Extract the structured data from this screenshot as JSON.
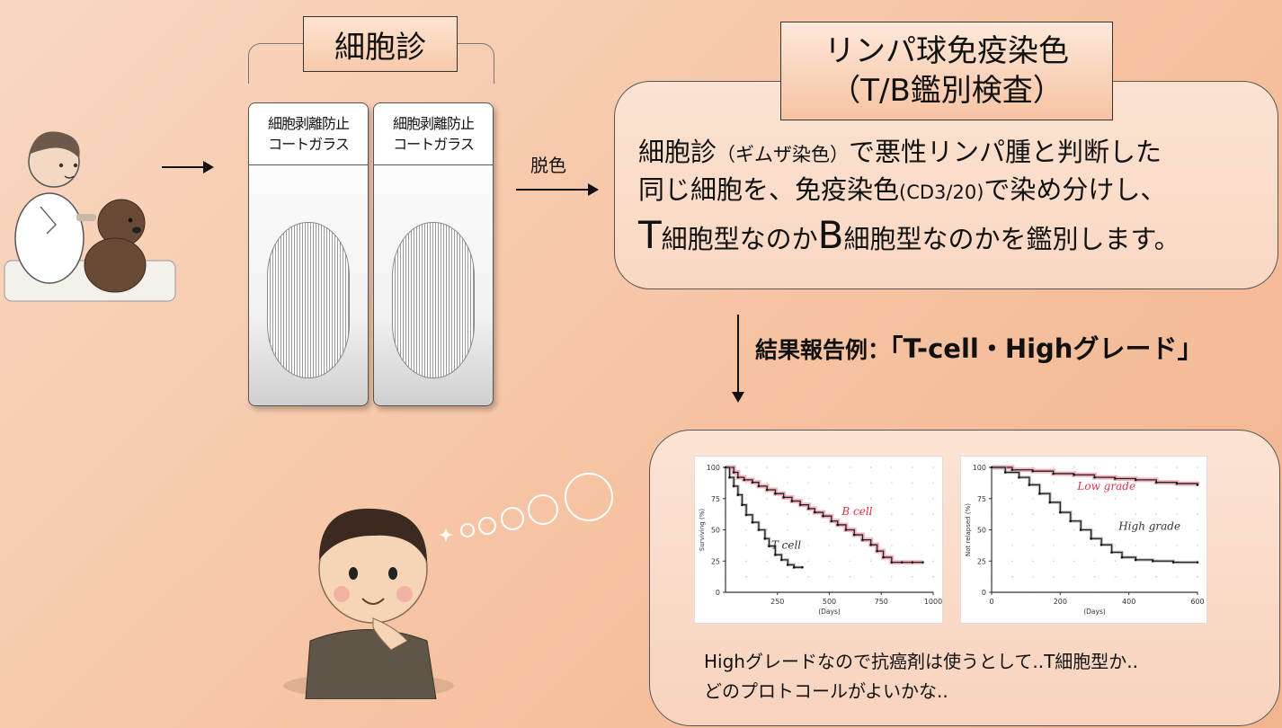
{
  "cytology": {
    "title": "細胞診",
    "slides": [
      {
        "line1": "細胞剥離防止",
        "line2": "コートガラス"
      },
      {
        "line1": "細胞剥離防止",
        "line2": "コートガラス"
      }
    ]
  },
  "destain_label": "脱色",
  "immuno": {
    "title_line1": "リンパ球免疫染色",
    "title_line2": "（T/B鑑別検査）",
    "desc": {
      "l1a": "細胞診",
      "l1b": "（ギムザ染色）",
      "l1c": "で悪性リンパ腫と判断した",
      "l2a": "同じ細胞を、免疫染色",
      "l2b": "(CD3/20)",
      "l2c": "で染め分けし、",
      "l3a": "T",
      "l3b": "細胞型なのか",
      "l3c": "B",
      "l3d": "細胞型なのかを鑑別します。"
    }
  },
  "result": {
    "prefix": "結果報告例：",
    "open": "「",
    "value": "T-cell・Highグレード",
    "close": "」"
  },
  "thought": {
    "line1": "Highグレードなので抗癌剤は使うとして..T細胞型か..",
    "line2": "どのプロトコールがよいかな.."
  },
  "chart_data": [
    {
      "type": "line",
      "title": "",
      "xlabel": "(Days)",
      "ylabel": "Surviving (%)",
      "xlim": [
        0,
        1000
      ],
      "ylim": [
        0,
        100
      ],
      "xticks": [
        "250",
        "500",
        "750",
        "1000"
      ],
      "yticks": [
        "0",
        "25",
        "50",
        "75",
        "100"
      ],
      "series": [
        {
          "name": "B cell",
          "color": "#d9344a",
          "x": [
            0,
            40,
            60,
            90,
            130,
            160,
            200,
            240,
            280,
            320,
            360,
            400,
            430,
            470,
            510,
            540,
            580,
            620,
            660,
            700,
            730,
            760,
            800,
            850,
            900,
            950
          ],
          "y": [
            100,
            96,
            92,
            90,
            88,
            85,
            82,
            79,
            76,
            73,
            70,
            67,
            64,
            61,
            57,
            54,
            50,
            46,
            42,
            38,
            33,
            28,
            24,
            24,
            24,
            24
          ]
        },
        {
          "name": "T cell",
          "color": "#333333",
          "x": [
            0,
            20,
            40,
            60,
            80,
            100,
            130,
            160,
            190,
            210,
            240,
            270,
            300,
            330,
            370
          ],
          "y": [
            100,
            92,
            85,
            78,
            70,
            62,
            56,
            50,
            43,
            37,
            30,
            26,
            22,
            20,
            20
          ]
        }
      ]
    },
    {
      "type": "line",
      "title": "",
      "xlabel": "(Days)",
      "ylabel": "Not relapsed (%)",
      "xlim": [
        0,
        600
      ],
      "ylim": [
        0,
        100
      ],
      "xticks": [
        "0",
        "200",
        "400",
        "600"
      ],
      "yticks": [
        "0",
        "25",
        "50",
        "75",
        "100"
      ],
      "series": [
        {
          "name": "Low grade",
          "color": "#d9344a",
          "x": [
            0,
            60,
            120,
            180,
            240,
            300,
            360,
            420,
            480,
            540,
            600
          ],
          "y": [
            100,
            98,
            97,
            95,
            94,
            92,
            91,
            90,
            88,
            87,
            86
          ]
        },
        {
          "name": "High grade",
          "color": "#333333",
          "x": [
            0,
            40,
            80,
            110,
            140,
            170,
            200,
            230,
            260,
            290,
            320,
            350,
            380,
            420,
            470,
            530,
            600
          ],
          "y": [
            100,
            96,
            92,
            86,
            79,
            72,
            64,
            57,
            50,
            43,
            38,
            32,
            28,
            26,
            25,
            24,
            24
          ]
        }
      ]
    }
  ]
}
